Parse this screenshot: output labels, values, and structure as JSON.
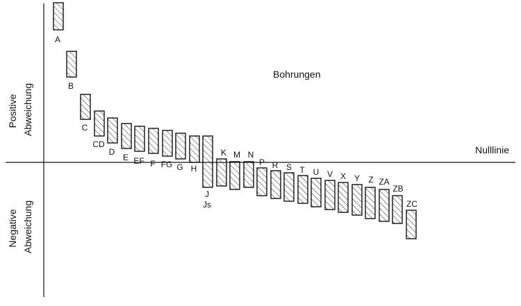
{
  "title": "Bohrungen",
  "zero_line_label": "Nulllinie",
  "positive_label": [
    "Positive",
    "Abweichung"
  ],
  "negative_label": [
    "Negative",
    "Abweichung"
  ],
  "colors": {
    "stroke": "#111111",
    "hatch": "#333333",
    "background": "#ffffff"
  },
  "bands": [
    {
      "label": "A"
    },
    {
      "label": "B"
    },
    {
      "label": "C"
    },
    {
      "label": "CD"
    },
    {
      "label": "D"
    },
    {
      "label": "E"
    },
    {
      "label": "EF"
    },
    {
      "label": "F"
    },
    {
      "label": "FG"
    },
    {
      "label": "G"
    },
    {
      "label": "H"
    },
    {
      "label": "J"
    },
    {
      "label": "Js"
    },
    {
      "label": "K"
    },
    {
      "label": "M"
    },
    {
      "label": "N"
    },
    {
      "label": "P"
    },
    {
      "label": "R"
    },
    {
      "label": "S"
    },
    {
      "label": "T"
    },
    {
      "label": "U"
    },
    {
      "label": "V"
    },
    {
      "label": "X"
    },
    {
      "label": "Y"
    },
    {
      "label": "Z"
    },
    {
      "label": "ZA"
    },
    {
      "label": "ZB"
    },
    {
      "label": "ZC"
    }
  ]
}
